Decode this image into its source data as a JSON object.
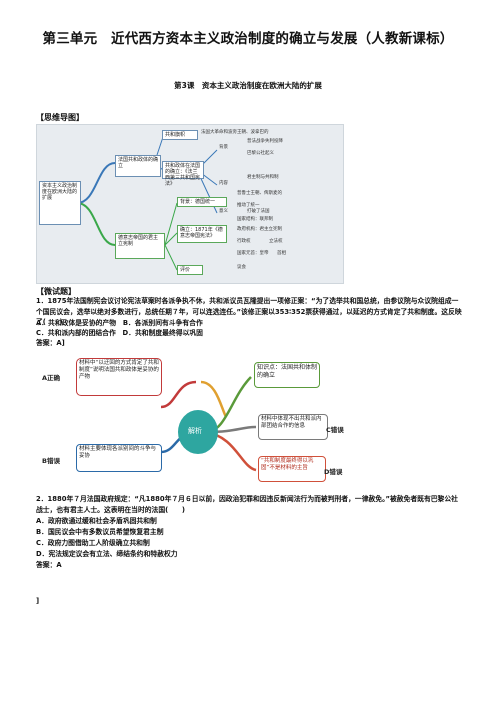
{
  "title": "第三单元　近代西方资本主义政治制度的确立与发展（人教新课标）",
  "subtitle": "第3课　资本主义政治制度在欧洲大陆的扩展",
  "mindmap_heading": "【思维导图】",
  "mindmap": {
    "root": "资本主义政治制度在欧洲大陆的扩展",
    "branch1": "法国共和政体的确立",
    "b1_children": [
      "共和旗帜",
      "共和政体在法国的确立：《法兰西第三共和国宪法》"
    ],
    "b1_leaves": [
      "法国大革命和波旁王朝、波拿巴的",
      "背景",
      "内容",
      "意义",
      "普法战争失利投降",
      "巴黎公社起义",
      "君主制与共和制",
      "打破了法国"
    ],
    "branch2": "德意志帝国的君主立宪制",
    "b2_children": [
      "背景：德国统一",
      "确立：1871年《德意志帝国宪法》",
      "评价"
    ],
    "b2_leaves": [
      "普鲁士王朝、俾斯麦的",
      "推动了统一",
      "国家结构：联邦制",
      "政府机构：君主立宪制",
      "行政权",
      "立法权",
      "国家元首：皇帝",
      "首相",
      "议会"
    ]
  },
  "quiz_heading": "【微试题】",
  "q1": {
    "text": "1．1875年法国制宪会议讨论宪法草案时各派争执不休，共和派议员瓦隆提出一项修正案：“为了选举共和国总统，由参议院与众议院组成一个国民议会，选举以绝对多数进行，总统任期７年，可以连选连任。”该修正案以353∶352票获得通过，以延迟的方式肯定了共和制度。这反映了(　　)",
    "options": [
      "A．共和政体是妥协的产物　B．各派别间有斗争有合作",
      "C．共和派内部的团结合作　D．共和制度最终得以巩固"
    ],
    "answer": "答案：A]"
  },
  "analysis": {
    "center": "解析",
    "tl": "材料中“以迂回的方式肯定了共和制度”说明法国共和政体是妥协的产物",
    "tl_tag": "A正确",
    "tr": "知识点：法国共和体制的确立",
    "mr": "材料中体现不出共和派内部团结合作的信息",
    "mr_tag": "C错误",
    "bl": "材料主要体现各派别间的斗争与妥协",
    "bl_tag": "B错误",
    "br": "“共和制度最终得以巩固”不是材料的主旨",
    "br_tag": "D错误"
  },
  "q2": {
    "text": "2．1880年７月法国政府规定：“凡1880年７月６日以前，因政治犯罪和因违反新闻法行为而被判刑者，一律赦免。”被赦免者既有巴黎公社战士，也有君主人士。这表明在当时的法国(　　)",
    "options": [
      "A．政府欲通过缓和社会矛盾巩固共和制",
      "B．国民议会中有多数议员希望恢复君主制",
      "C．政府力图借助工人阶级确立共和制",
      "D．宪法规定议会有立法、缔结条约和特赦权力"
    ],
    "answer": "答案：A"
  },
  "trailing": "]"
}
